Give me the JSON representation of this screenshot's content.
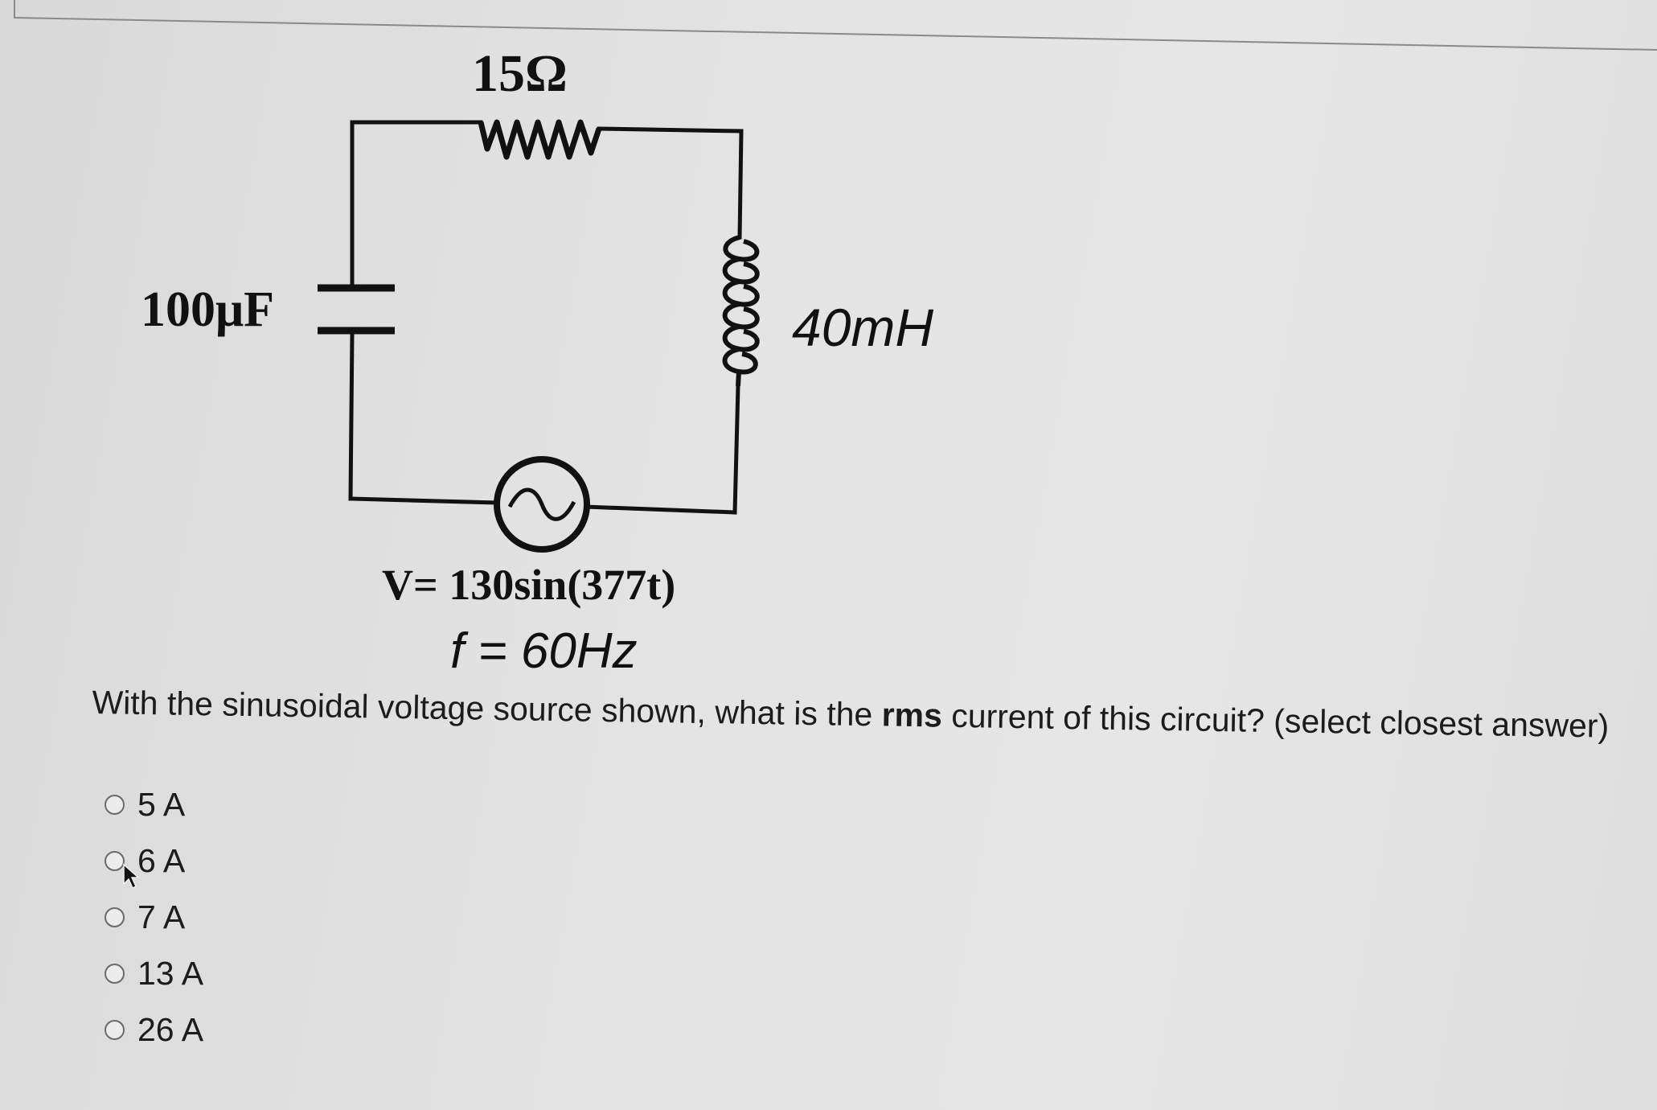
{
  "circuit": {
    "resistor_label": "15Ω",
    "capacitor_label": "100μF",
    "inductor_label": "40mH",
    "voltage_label": "V= 130sin(377t)",
    "frequency_label": "f = 60Hz"
  },
  "question": {
    "text_before": "With the sinusoidal voltage source shown,  what is the ",
    "bold": "rms",
    "text_after": " current of this circuit? (select closest answer)"
  },
  "options": [
    {
      "label": "5 A"
    },
    {
      "label": "6 A"
    },
    {
      "label": "7 A"
    },
    {
      "label": "13 A"
    },
    {
      "label": "26 A"
    }
  ]
}
